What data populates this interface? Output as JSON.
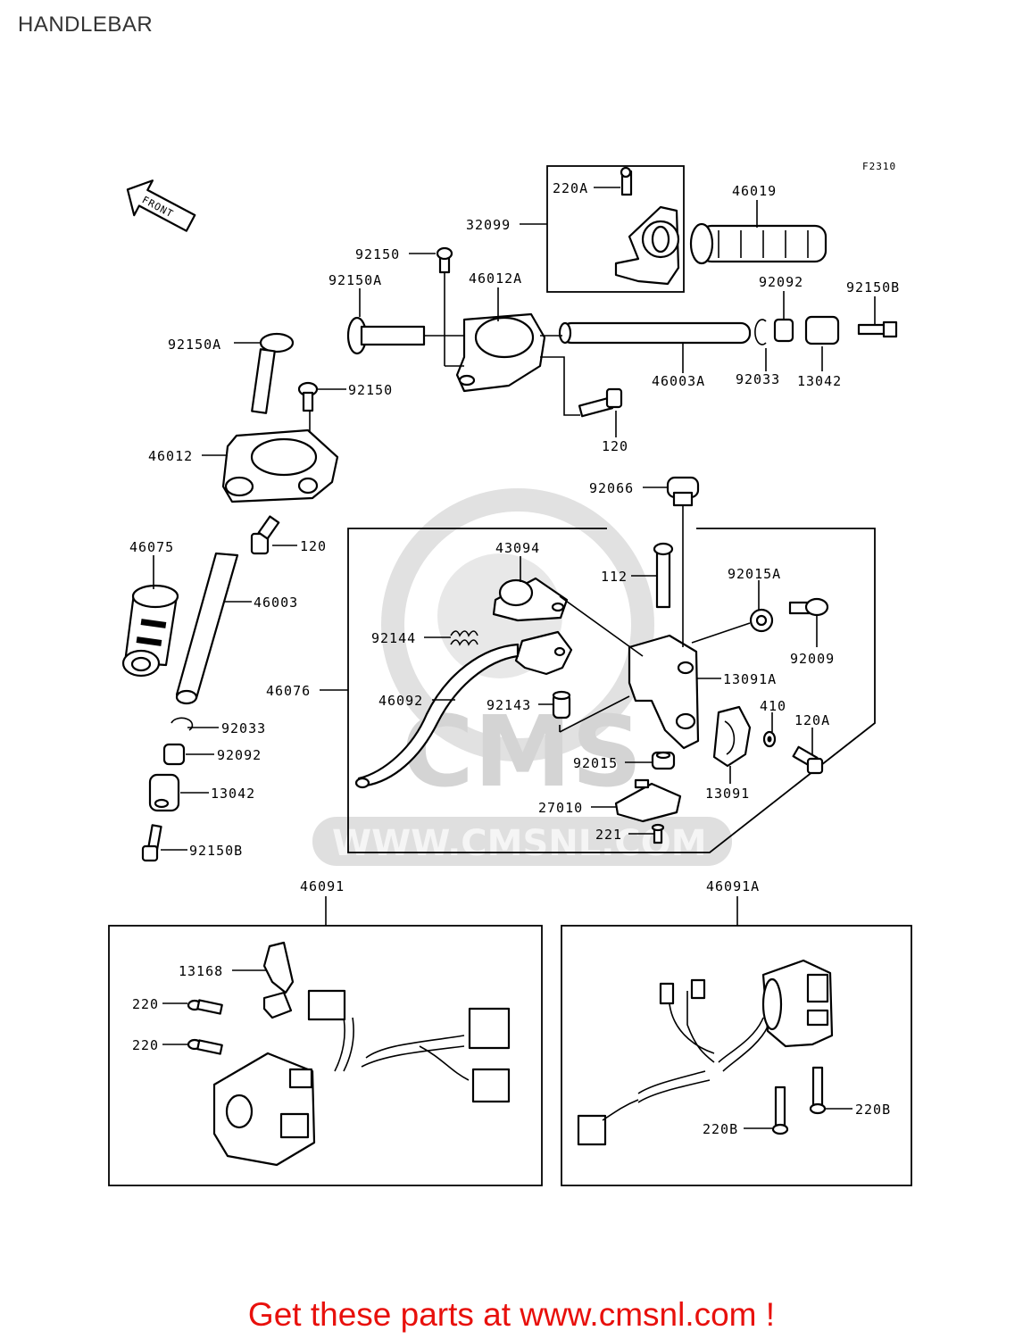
{
  "title": "HANDLEBAR",
  "figure_code": "F2310",
  "front_arrow": "FRONT",
  "watermark": {
    "brand": "CMS",
    "url": "WWW.CMSNL.COM"
  },
  "footer": "Get these parts at www.cmsnl.com !",
  "callouts": {
    "c220A": "220A",
    "c32099": "32099",
    "c46019": "46019",
    "c92150_top": "92150",
    "c46012A": "46012A",
    "c92150A_top": "92150A",
    "c92092_right": "92092",
    "c92150B_right": "92150B",
    "c46003A": "46003A",
    "c92033_right": "92033",
    "c13042_right": "13042",
    "c92150A_left": "92150A",
    "c92150_mid": "92150",
    "c120_top": "120",
    "c46012": "46012",
    "c92066": "92066",
    "c120_left": "120",
    "c43094": "43094",
    "c112": "112",
    "c92015A": "92015A",
    "c46075": "46075",
    "c46003": "46003",
    "c92144": "92144",
    "c92009": "92009",
    "c46076": "46076",
    "c13091A": "13091A",
    "c46092": "46092",
    "c92143": "92143",
    "c410": "410",
    "c120A": "120A",
    "c92033_left": "92033",
    "c92092_left": "92092",
    "c92015": "92015",
    "c13042_left": "13042",
    "c13091": "13091",
    "c27010": "27010",
    "c221": "221",
    "c92150B_left": "92150B",
    "c46091": "46091",
    "c46091A": "46091A",
    "c13168": "13168",
    "c220_a": "220",
    "c220_b": "220",
    "c220B_right": "220B",
    "c220B_left": "220B"
  }
}
